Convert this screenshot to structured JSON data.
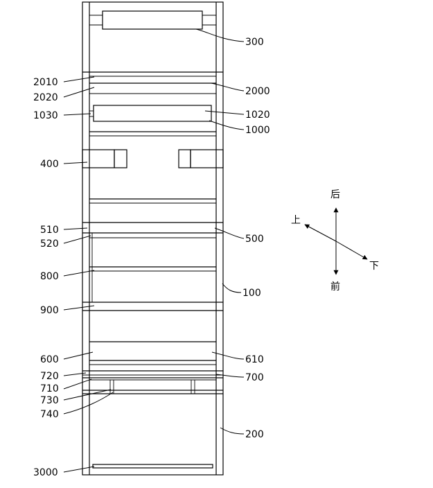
{
  "labels": {
    "l300": "300",
    "l2010": "2010",
    "l2020": "2020",
    "l2000": "2000",
    "l1030": "1030",
    "l1020": "1020",
    "l1000": "1000",
    "l400": "400",
    "l510": "510",
    "l520": "520",
    "l500": "500",
    "l800": "800",
    "l100": "100",
    "l900": "900",
    "l600": "600",
    "l610": "610",
    "l720": "720",
    "l700": "700",
    "l710": "710",
    "l730": "730",
    "l740": "740",
    "l200": "200",
    "l3000": "3000"
  },
  "directions": {
    "back": "后",
    "front": "前",
    "up": "上",
    "down": "下"
  }
}
